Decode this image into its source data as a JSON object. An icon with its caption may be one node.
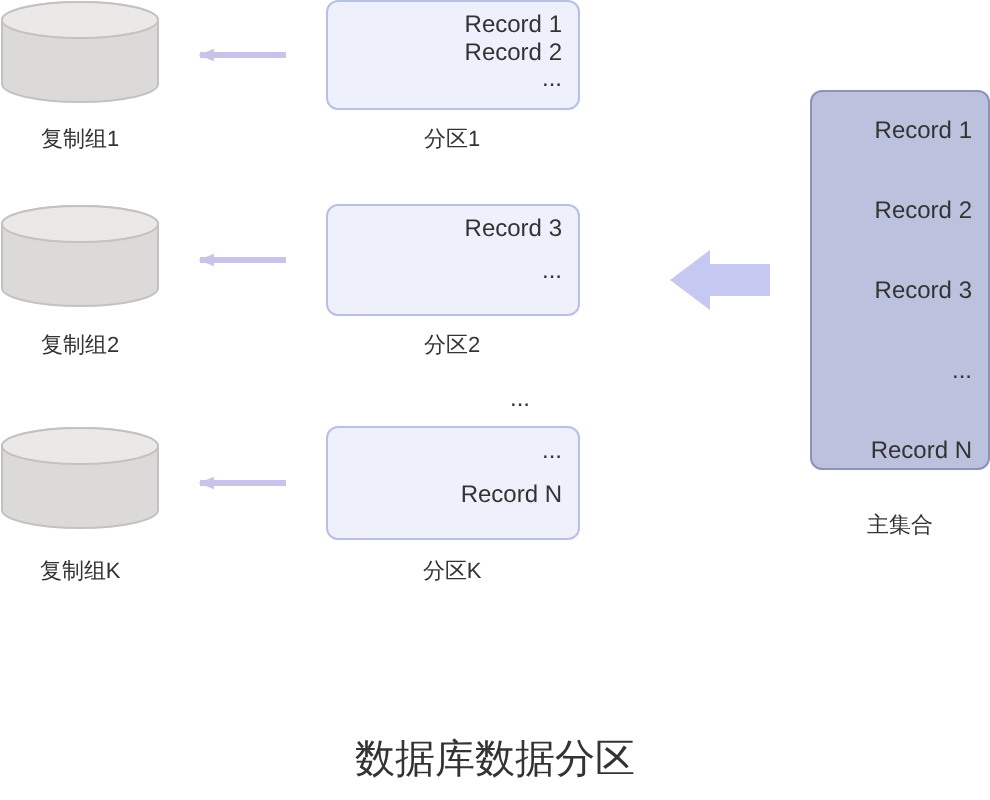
{
  "diagram": {
    "title": "数据库数据分区",
    "nodes": [
      {
        "text": [
          "Record 1",
          "Record 2",
          "Record 3",
          "...",
          "Record N"
        ],
        "beside": [
          "主集合"
        ]
      },
      {
        "text": [
          "Record 1",
          "Record 2",
          "..."
        ],
        "beside": [
          "分区1"
        ]
      },
      {
        "text": [
          "Record 3",
          "..."
        ],
        "beside": [
          "分区2"
        ]
      },
      {
        "text": [
          "...",
          "Record N"
        ],
        "beside": [
          "分区K"
        ]
      },
      {
        "text": [],
        "shape": "cylinder",
        "beside": [
          "复制组1"
        ]
      },
      {
        "text": [],
        "shape": "cylinder",
        "beside": [
          "复制组2"
        ]
      },
      {
        "text": [],
        "shape": "cylinder",
        "beside": [
          "复制组K"
        ]
      }
    ],
    "edges": [
      {
        "from": 0,
        "to": null,
        "arrow": "to",
        "style": "thick"
      },
      {
        "from": 1,
        "to": 4,
        "arrow": "to"
      },
      {
        "from": 2,
        "to": 5,
        "arrow": "to"
      },
      {
        "from": 3,
        "to": 6,
        "arrow": "to"
      }
    ],
    "labels": [
      "..."
    ]
  }
}
